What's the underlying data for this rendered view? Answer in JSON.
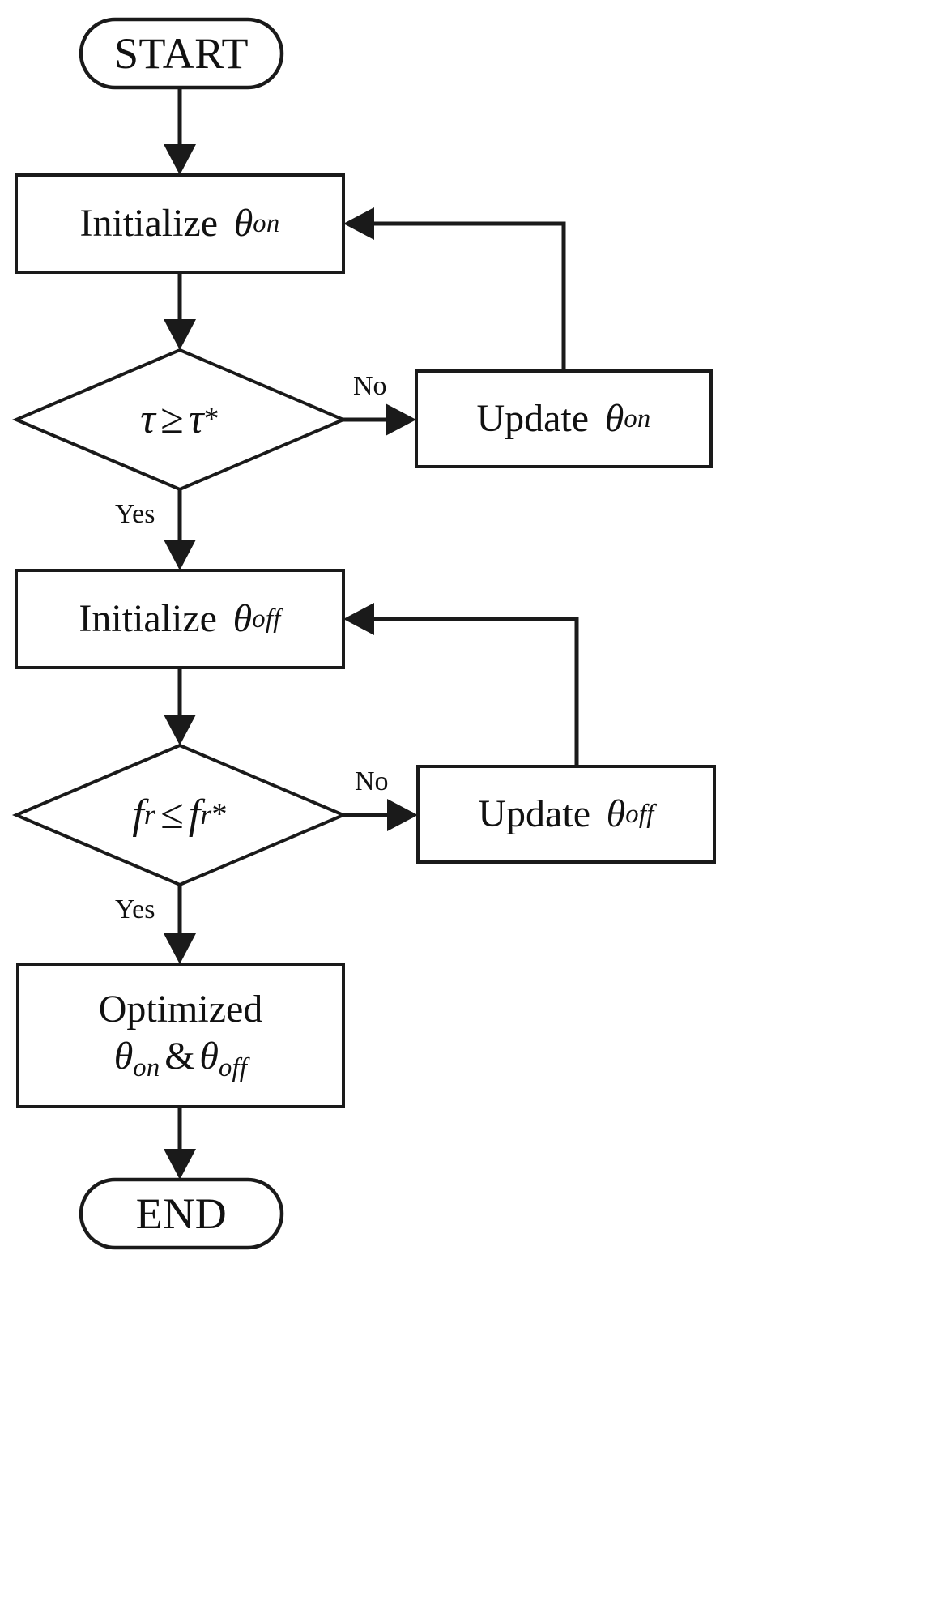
{
  "diagram": {
    "title": "Optimization flowchart for theta_on and theta_off",
    "background_color": "#ffffff",
    "line_color": "#1a1a1a",
    "text_color": "#111111"
  },
  "nodes": {
    "start": {
      "id": "start",
      "shape": "stadium",
      "label": "START"
    },
    "init_on": {
      "id": "init-theta-on",
      "shape": "rectangle",
      "label_prefix": "Initialize",
      "symbol": "θ",
      "subscript": "on",
      "label_plain": "Initialize θon"
    },
    "decision_tau": {
      "id": "decision-tau",
      "shape": "diamond",
      "lhs": "τ",
      "operator": "≥",
      "rhs": "τ",
      "rhs_superscript": "*",
      "label_plain": "τ ≥ τ*"
    },
    "update_on": {
      "id": "update-theta-on",
      "shape": "rectangle",
      "label_prefix": "Update",
      "symbol": "θ",
      "subscript": "on",
      "label_plain": "Update θon"
    },
    "init_off": {
      "id": "init-theta-off",
      "shape": "rectangle",
      "label_prefix": "Initialize",
      "symbol": "θ",
      "subscript": "off",
      "label_plain": "Initialize θoff"
    },
    "decision_fr": {
      "id": "decision-fr",
      "shape": "diamond",
      "lhs": "f",
      "lhs_subscript": "r",
      "operator": "≤",
      "rhs": "f",
      "rhs_subscript": "r",
      "rhs_superscript": "*",
      "label_plain": "fr ≤ fr*"
    },
    "update_off": {
      "id": "update-theta-off",
      "shape": "rectangle",
      "label_prefix": "Update",
      "symbol": "θ",
      "subscript": "off",
      "label_plain": "Update θoff"
    },
    "optimized": {
      "id": "optimized-result",
      "shape": "rectangle",
      "line1": "Optimized",
      "symbol_on": "θ",
      "subscript_on": "on",
      "ampersand": "&",
      "symbol_off": "θ",
      "subscript_off": "off",
      "label_plain": "Optimized θon & θoff"
    },
    "end": {
      "id": "end",
      "shape": "stadium",
      "label": "END"
    }
  },
  "edges": {
    "start_to_init_on": {
      "label": ""
    },
    "init_on_to_decision_tau": {
      "label": ""
    },
    "decision_tau_no": {
      "label": "No"
    },
    "decision_tau_yes": {
      "label": "Yes"
    },
    "update_on_feedback": {
      "label": ""
    },
    "init_off_to_decision_fr": {
      "label": ""
    },
    "decision_fr_no": {
      "label": "No"
    },
    "decision_fr_yes": {
      "label": "Yes"
    },
    "update_off_feedback": {
      "label": ""
    },
    "optimized_to_end": {
      "label": ""
    }
  }
}
